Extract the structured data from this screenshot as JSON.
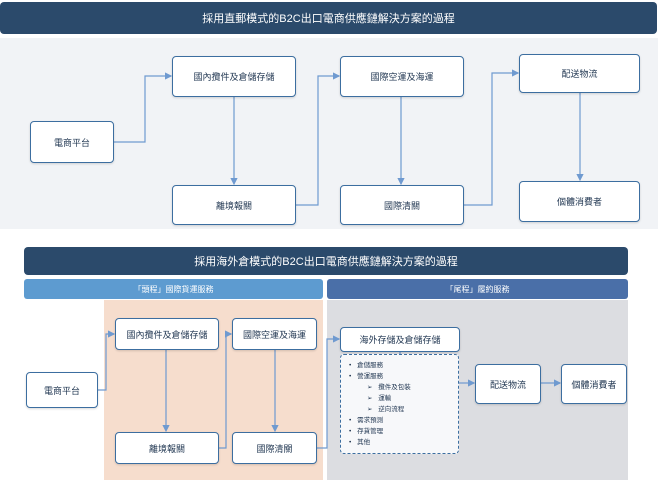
{
  "diagram1": {
    "title": "採用直郵模式的B2C出口電商供應鏈解決方案的過程",
    "nodes": {
      "ecommerce": "電商平台",
      "domestic_collect": "國內攬件及倉儲存儲",
      "export_customs": "離境報關",
      "intl_transport": "國際空運及海運",
      "intl_clearance": "國際清關",
      "delivery": "配送物流",
      "consumer": "個體消費者"
    }
  },
  "diagram2": {
    "title": "採用海外倉模式的B2C出口電商供應鏈解決方案的過程",
    "left_header": "「頭程」國際貨運服務",
    "right_header": "「尾程」履約服務",
    "nodes": {
      "ecommerce": "電商平台",
      "domestic_collect": "國內攬件及倉儲存儲",
      "export_customs": "離境報關",
      "intl_transport": "國際空運及海運",
      "intl_clearance": "國際清關",
      "overseas_storage": "海外存儲及倉儲存儲",
      "delivery": "配送物流",
      "consumer": "個體消費者"
    },
    "services": [
      {
        "bullet": "•",
        "text": "倉儲服務"
      },
      {
        "bullet": "•",
        "text": "營運服務"
      },
      {
        "bullet": "➢",
        "text": "攬件及包裝"
      },
      {
        "bullet": "➢",
        "text": "運輸"
      },
      {
        "bullet": "➢",
        "text": "逆向流程"
      },
      {
        "bullet": "•",
        "text": "需求預測"
      },
      {
        "bullet": "•",
        "text": "存貨管理"
      },
      {
        "bullet": "•",
        "text": "其他"
      }
    ]
  },
  "colors": {
    "title_bar": "#2b4a6b",
    "node_border": "#3c6ea0",
    "connector": "#6f9ad0",
    "panel_bg": "#f1f3f6",
    "left_zone": "#f6ddcd",
    "right_zone": "#dcdde1",
    "left_header_bg": "#5d9bd0",
    "right_header_bg": "#4a6fa8"
  }
}
